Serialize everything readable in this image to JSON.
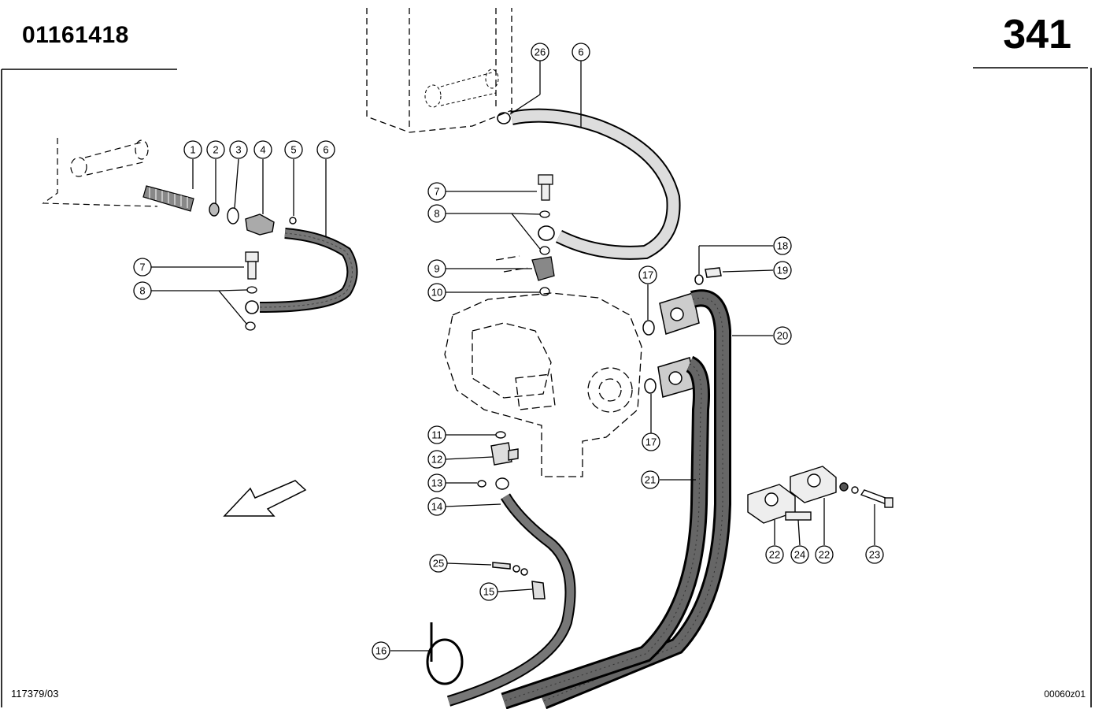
{
  "header": {
    "doc_number": "01161418",
    "page_number": "341"
  },
  "footer": {
    "drawing_ref": "117379/03",
    "image_code": "00060z01"
  },
  "callouts": [
    "1",
    "2",
    "3",
    "4",
    "5",
    "6",
    "26",
    "6",
    "7",
    "8",
    "9",
    "10",
    "7",
    "8",
    "17",
    "18",
    "19",
    "20",
    "17",
    "11",
    "12",
    "13",
    "14",
    "21",
    "22",
    "24",
    "22",
    "23",
    "25",
    "15",
    "16"
  ]
}
